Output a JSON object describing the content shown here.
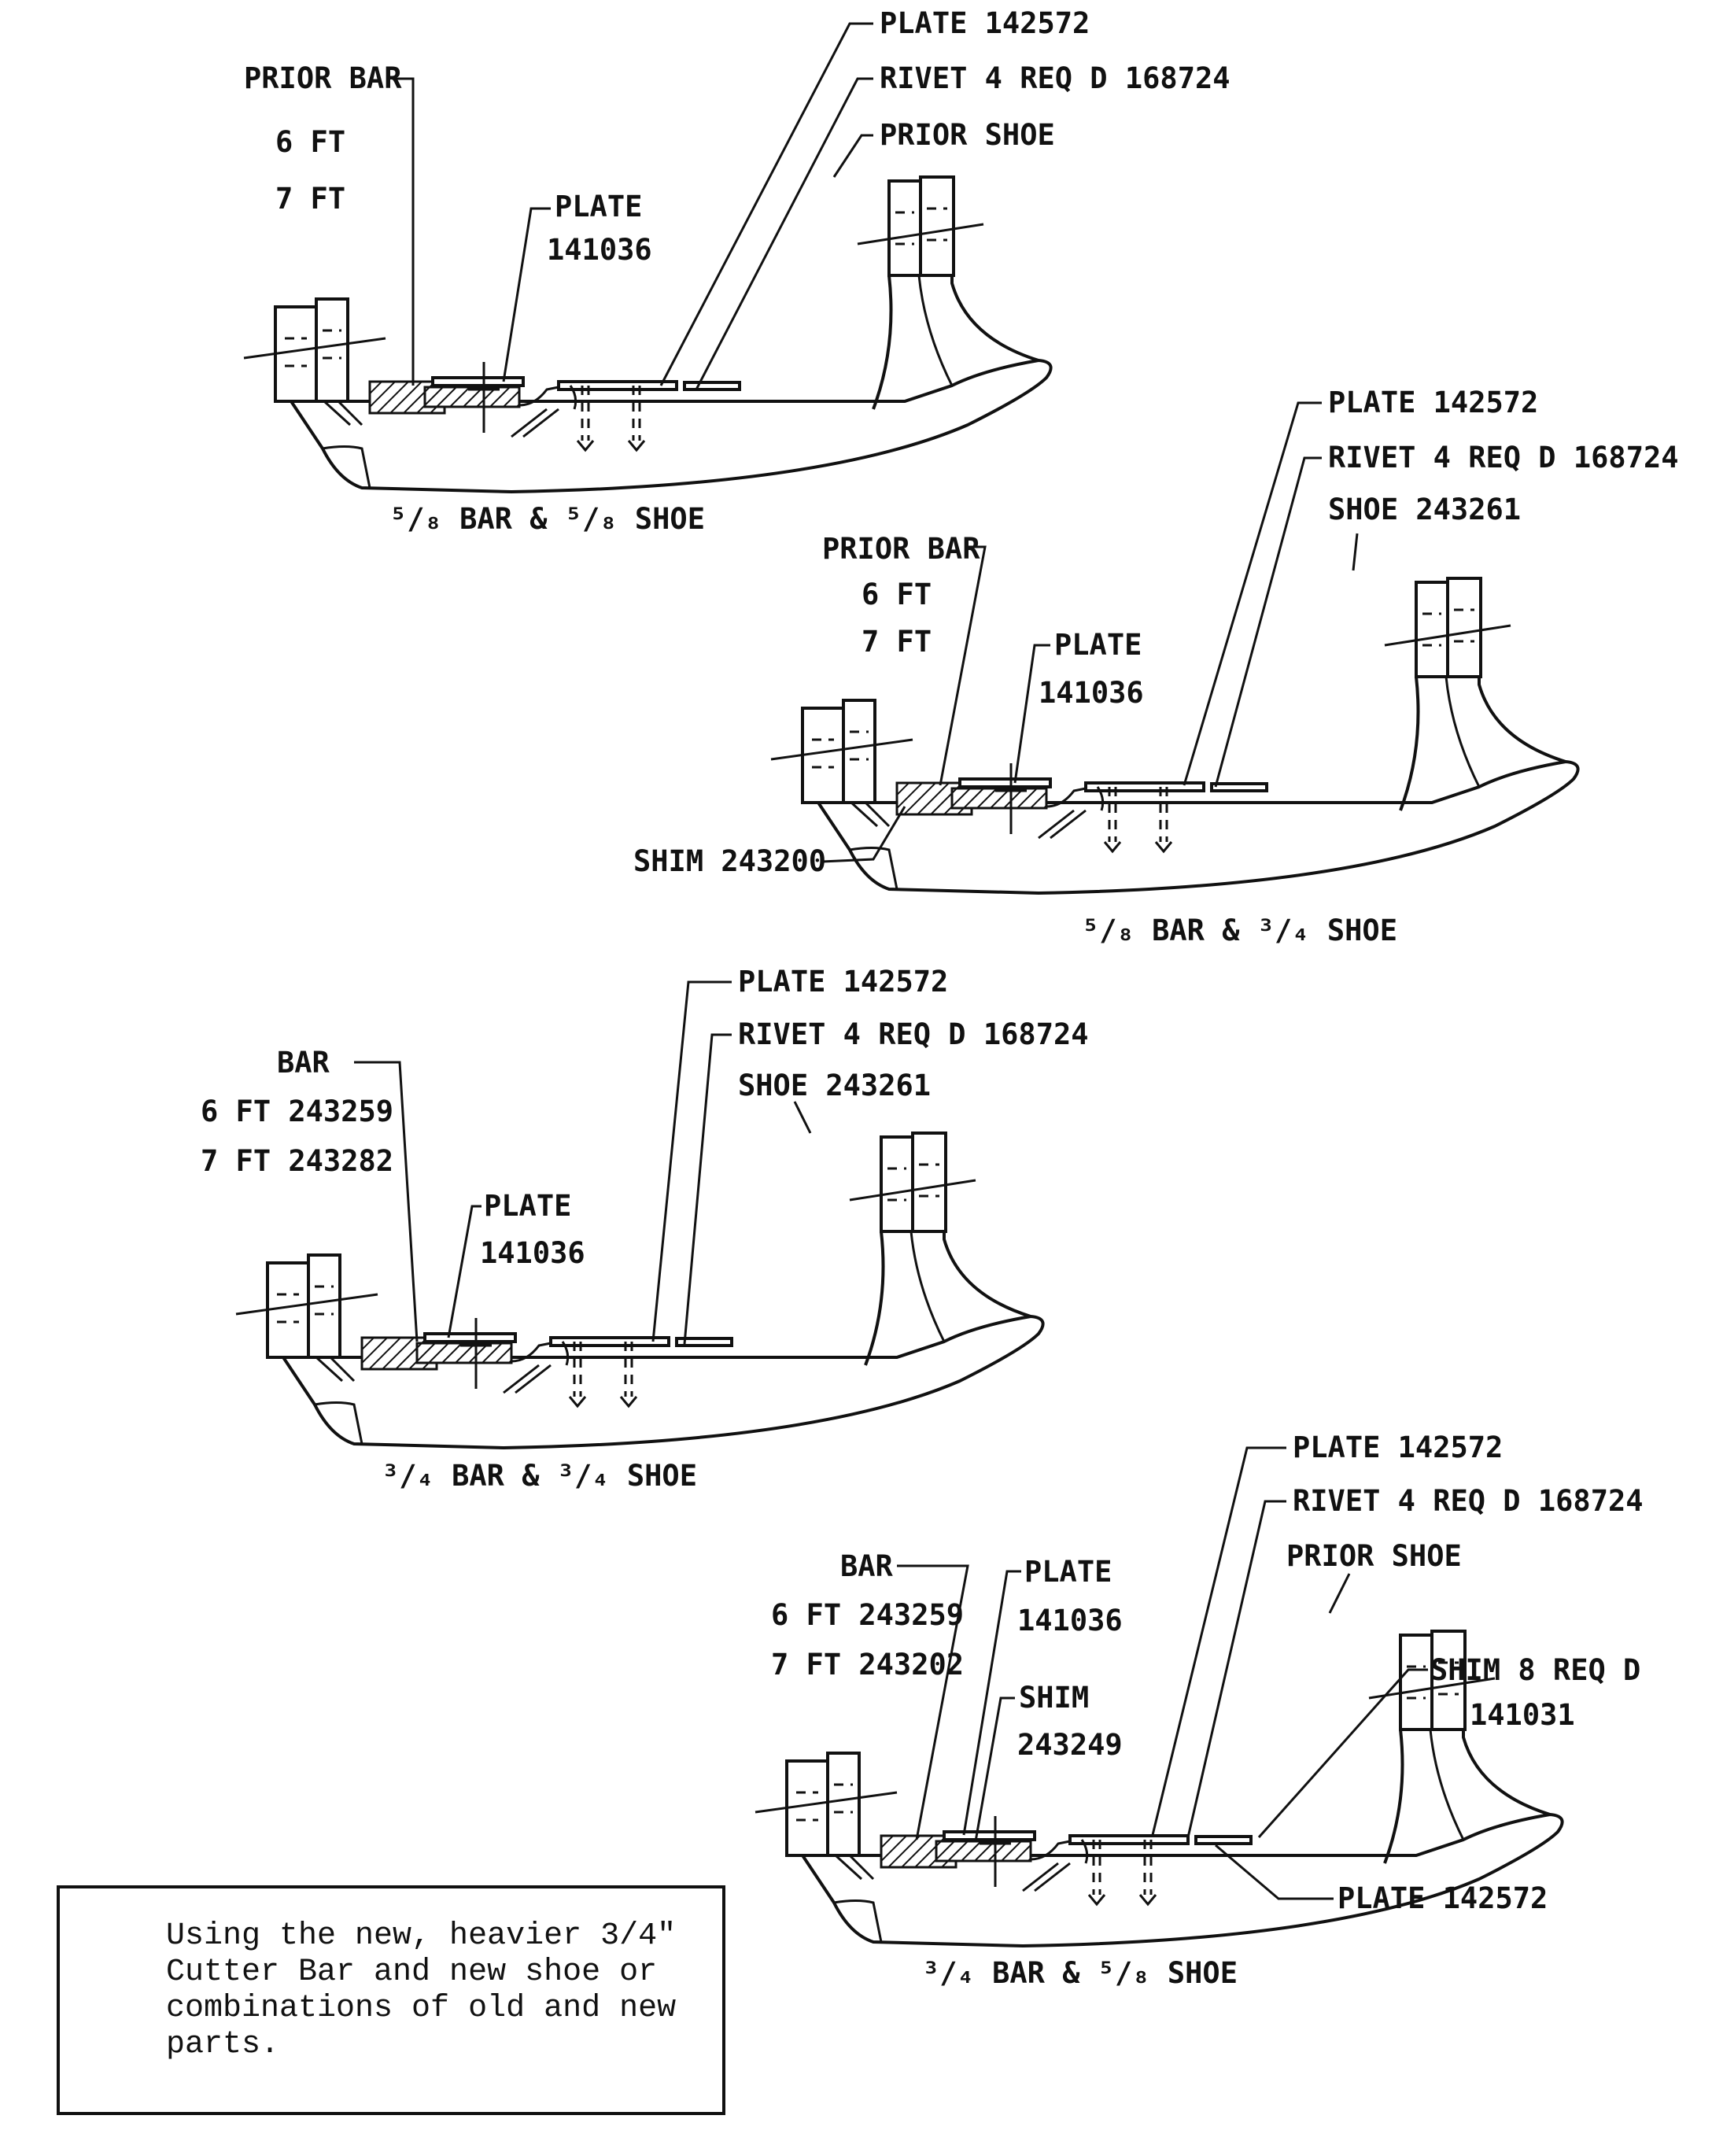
{
  "diagrams": [
    {
      "caption": "⁵/₈ BAR & ⁵/₈ SHOE",
      "labels": {
        "bar_title": "PRIOR BAR",
        "bar_6ft": "6 FT",
        "bar_7ft": "7 FT",
        "plate_a_1": "PLATE",
        "plate_a_2": "141036",
        "plate_b": "PLATE 142572",
        "rivet": "RIVET 4 REQ D 168724",
        "shoe": "PRIOR SHOE"
      }
    },
    {
      "caption": "⁵/₈ BAR & ³/₄ SHOE",
      "labels": {
        "bar_title": "PRIOR BAR",
        "bar_6ft": "6 FT",
        "bar_7ft": "7 FT",
        "plate_a_1": "PLATE",
        "plate_a_2": "141036",
        "plate_b": "PLATE 142572",
        "rivet": "RIVET 4 REQ D 168724",
        "shoe": "SHOE 243261",
        "shim": "SHIM 243200"
      }
    },
    {
      "caption": "³/₄ BAR & ³/₄ SHOE",
      "labels": {
        "bar_title": "BAR",
        "bar_6ft": "6 FT 243259",
        "bar_7ft": "7 FT 243282",
        "plate_a_1": "PLATE",
        "plate_a_2": "141036",
        "plate_b": "PLATE 142572",
        "rivet": "RIVET 4 REQ D 168724",
        "shoe": "SHOE 243261"
      }
    },
    {
      "caption": "³/₄ BAR & ⁵/₈ SHOE",
      "labels": {
        "bar_title": "BAR",
        "bar_6ft": "6 FT 243259",
        "bar_7ft": "7 FT 243202",
        "plate_a_1": "PLATE",
        "plate_a_2": "141036",
        "shim_a_1": "SHIM",
        "shim_a_2": "243249",
        "plate_b": "PLATE 142572",
        "rivet": "RIVET 4 REQ D 168724",
        "shoe": "PRIOR SHOE",
        "shim_b_1": "SHIM 8 REQ D",
        "shim_b_2": "141031",
        "plate_c": "PLATE 142572"
      }
    }
  ],
  "note": "Using the new, heavier 3/4\" Cutter Bar and new shoe or combinations of old and new parts."
}
